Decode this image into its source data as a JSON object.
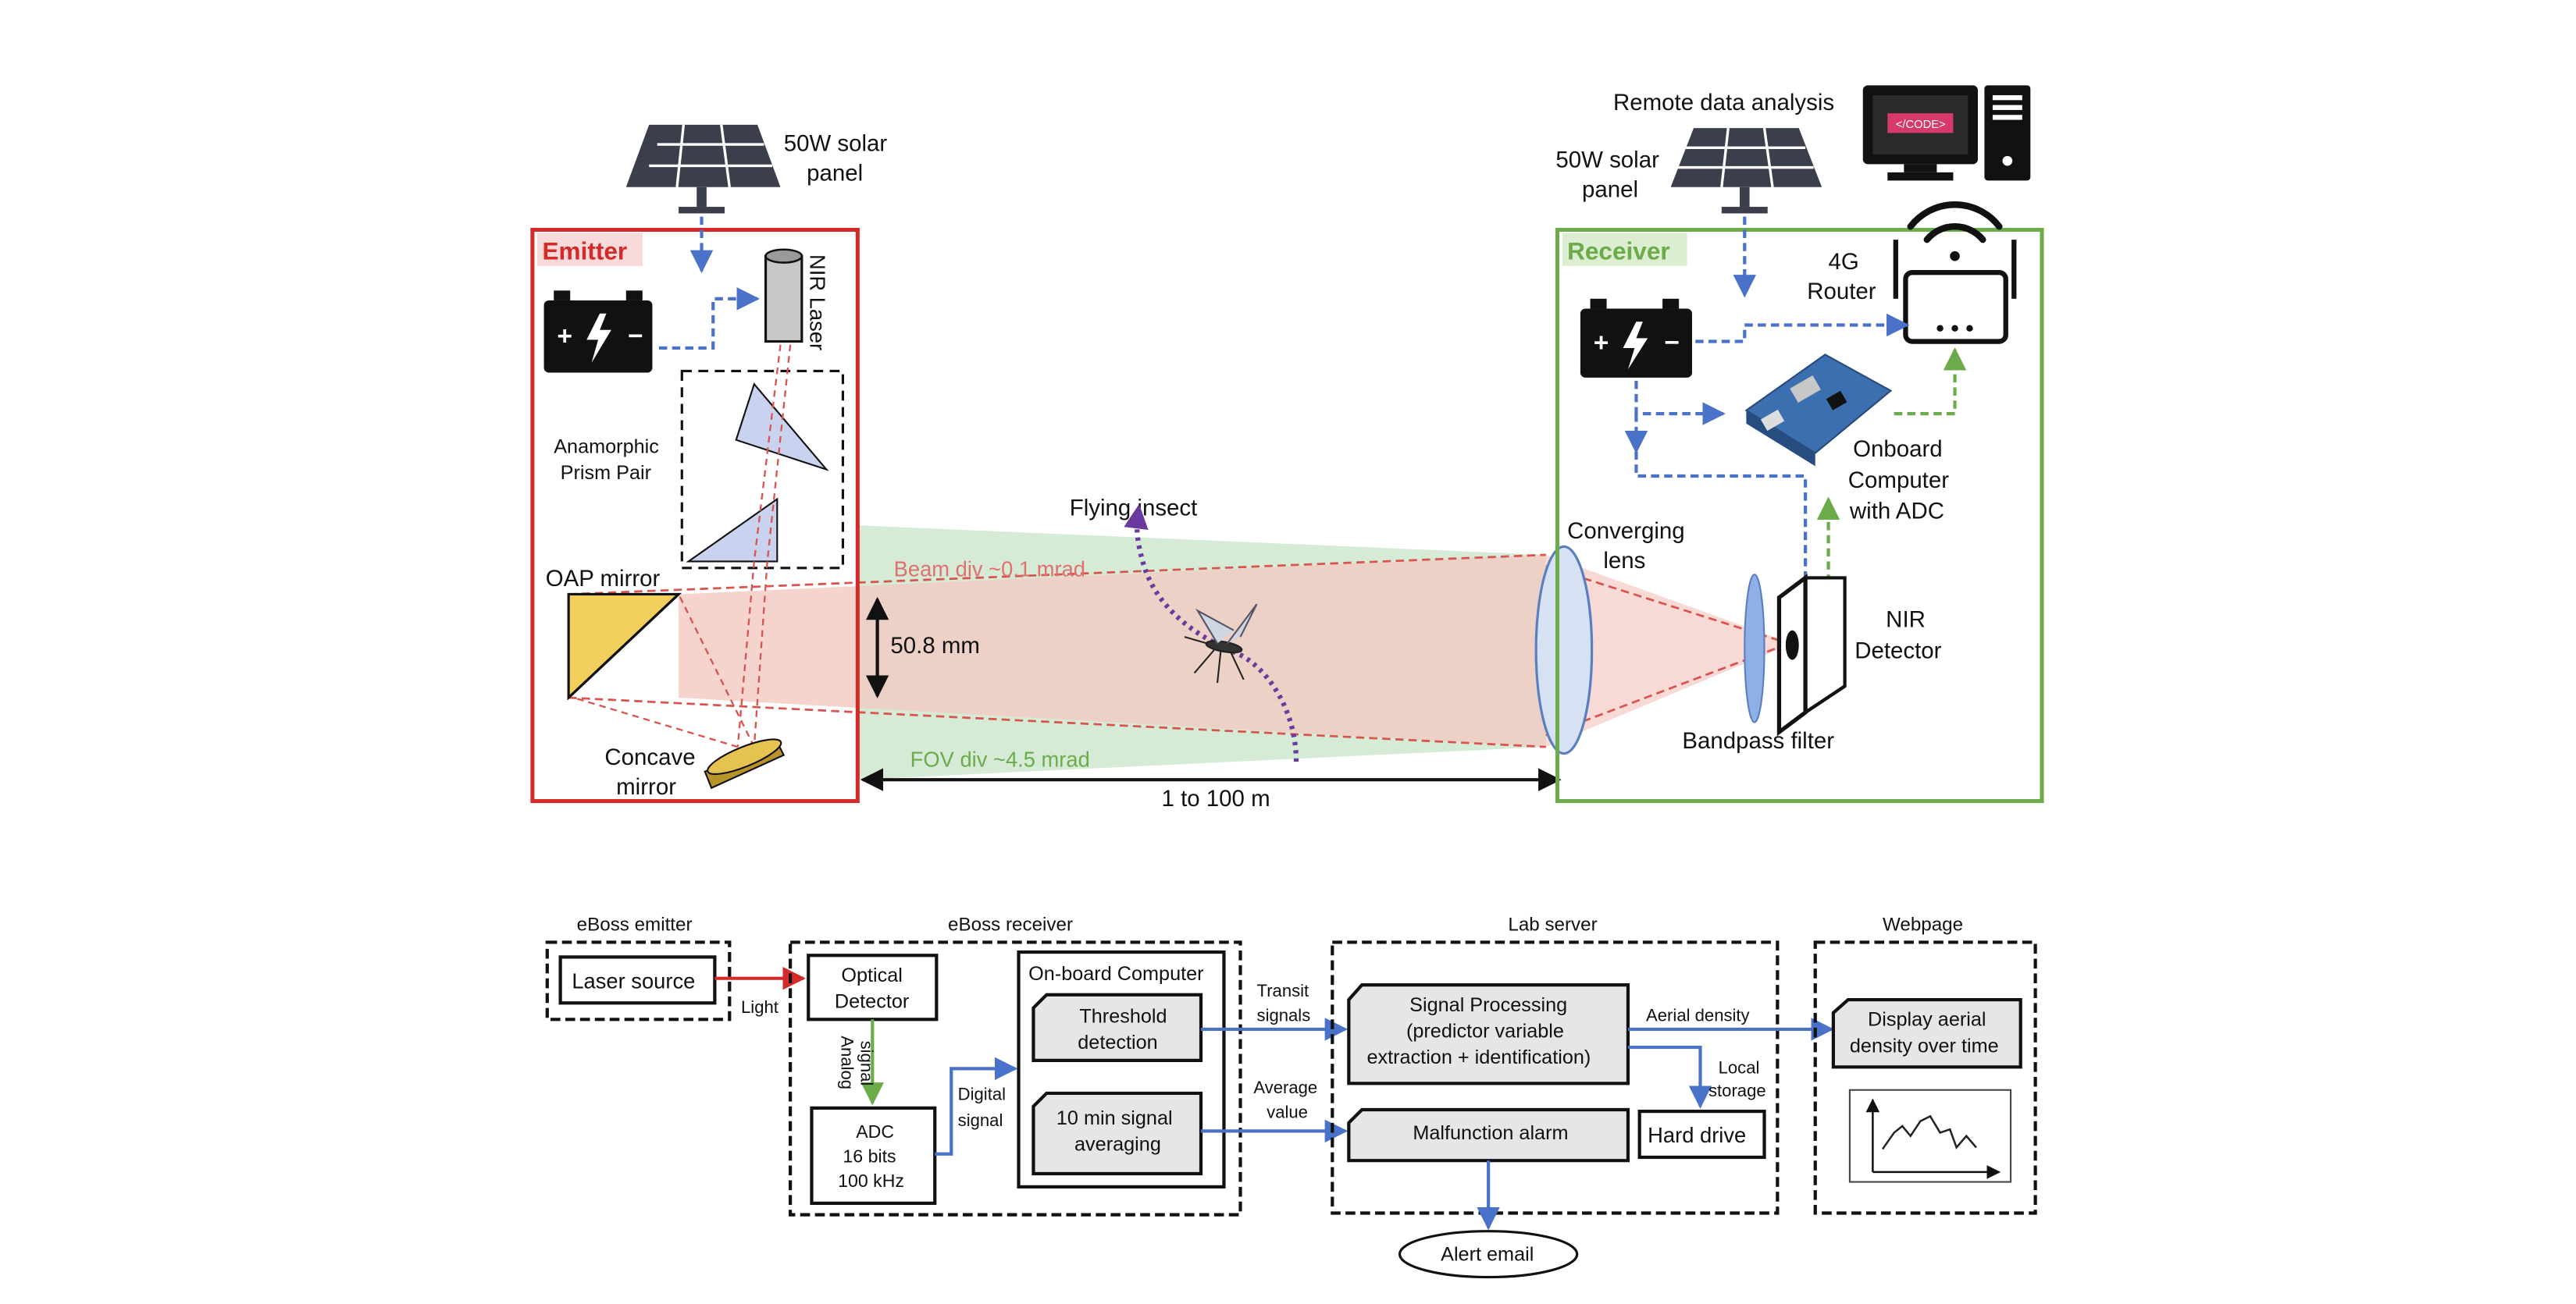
{
  "colors": {
    "emitter_red": "#d42a2a",
    "receiver_green": "#6cab4a",
    "power_blue": "#4a72c8",
    "beam_red": "#e07070",
    "fov_green": "#7cbf7c",
    "insect_purple": "#6b3aa0",
    "mirror_yellow": "#f2cf5c",
    "prism_blue": "#c9d3ef",
    "lens_blue": "#a8c0e8",
    "box_grey": "#e6e6e6"
  },
  "top": {
    "emitter": {
      "title": "Emitter",
      "solar_label_line1": "50W solar",
      "solar_label_line2": "panel",
      "laser_label": "NIR Laser",
      "prism_label_line1": "Anamorphic",
      "prism_label_line2": "Prism Pair",
      "oap_label": "OAP mirror",
      "concave_label_line1": "Concave",
      "concave_label_line2": "mirror"
    },
    "beam": {
      "beam_div": "Beam div ~0.1 mrad",
      "fov_div": "FOV div ~4.5 mrad",
      "aperture": "50.8 mm",
      "distance": "1 to 100 m",
      "insect_label": "Flying insect"
    },
    "receiver": {
      "title": "Receiver",
      "solar_label_line1": "50W solar",
      "solar_label_line2": "panel",
      "remote_label": "Remote data analysis",
      "code_tag": "</CODE>",
      "router_label_line1": "4G",
      "router_label_line2": "Router",
      "computer_label_line1": "Onboard",
      "computer_label_line2": "Computer",
      "computer_label_line3": "with ADC",
      "lens_label_line1": "Converging",
      "lens_label_line2": "lens",
      "detector_label_line1": "NIR",
      "detector_label_line2": "Detector",
      "filter_label": "Bandpass filter"
    }
  },
  "flow": {
    "emitter_group": "eBoss emitter",
    "laser_source": "Laser source",
    "light_label": "Light",
    "receiver_group": "eBoss receiver",
    "optical_detector_line1": "Optical",
    "optical_detector_line2": "Detector",
    "analog_line1": "Analog",
    "analog_line2": "signal",
    "adc_line1": "ADC",
    "adc_line2": "16 bits",
    "adc_line3": "100 kHz",
    "digital_line1": "Digital",
    "digital_line2": "signal",
    "onboard_computer": "On-board Computer",
    "threshold_line1": "Threshold",
    "threshold_line2": "detection",
    "averaging_line1": "10 min signal",
    "averaging_line2": "averaging",
    "transit_line1": "Transit",
    "transit_line2": "signals",
    "average_line1": "Average",
    "average_line2": "value",
    "lab_group": "Lab server",
    "signal_proc_line1": "Signal Processing",
    "signal_proc_line2": "(predictor variable",
    "signal_proc_line3": "extraction + identification)",
    "malfunction": "Malfunction alarm",
    "aerial_density": "Aerial density",
    "local_line1": "Local",
    "local_line2": "storage",
    "hard_drive": "Hard drive",
    "alert_email": "Alert email",
    "web_group": "Webpage",
    "display_line1": "Display aerial",
    "display_line2": "density over time"
  }
}
